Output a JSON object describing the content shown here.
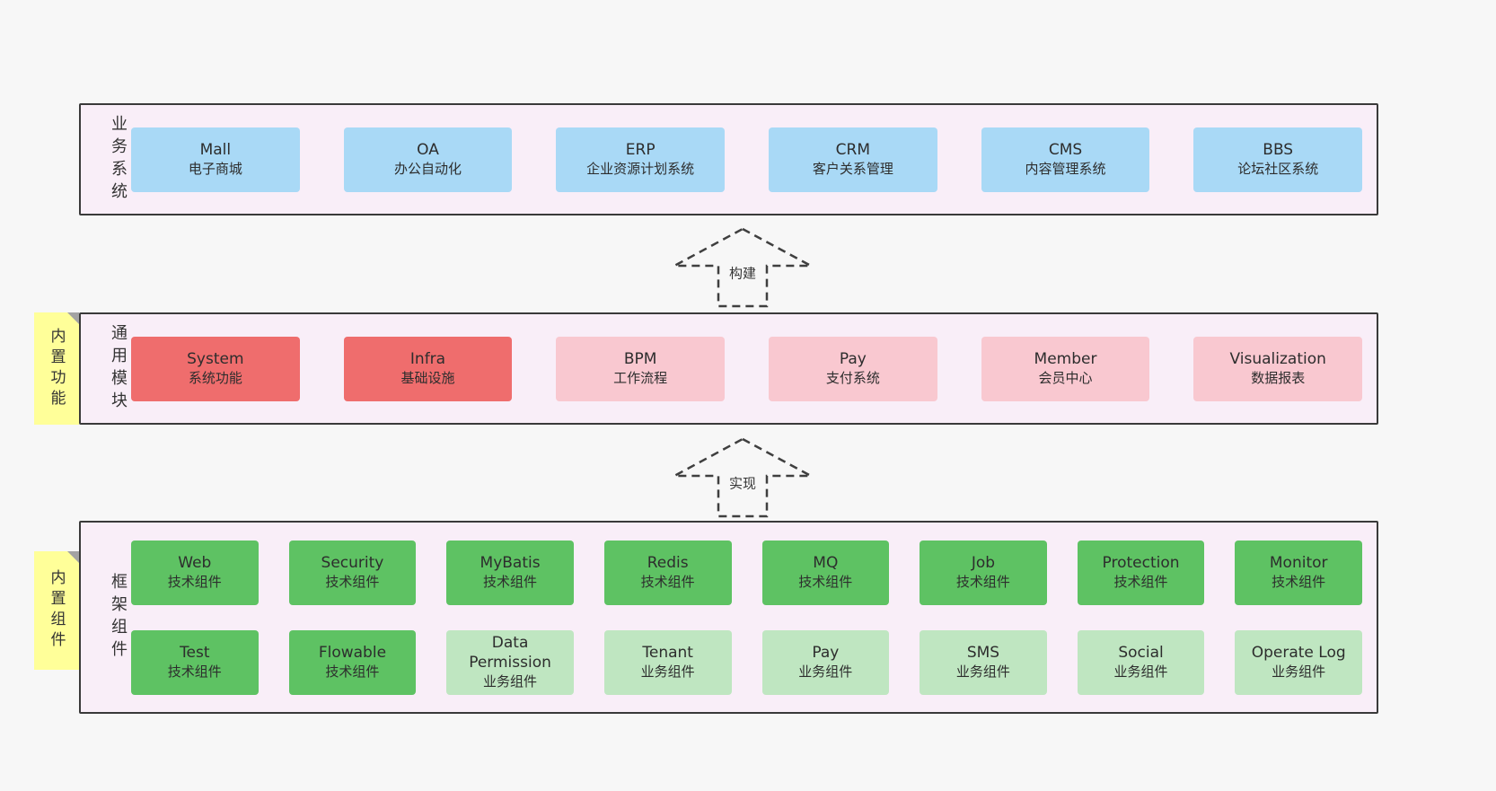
{
  "panels": {
    "business": {
      "side_label": "业务系统",
      "boxes": [
        {
          "title": "Mall",
          "subtitle": "电子商城",
          "color": "blue"
        },
        {
          "title": "OA",
          "subtitle": "办公自动化",
          "color": "blue"
        },
        {
          "title": "ERP",
          "subtitle": "企业资源计划系统",
          "color": "blue"
        },
        {
          "title": "CRM",
          "subtitle": "客户关系管理",
          "color": "blue"
        },
        {
          "title": "CMS",
          "subtitle": "内容管理系统",
          "color": "blue"
        },
        {
          "title": "BBS",
          "subtitle": "论坛社区系统",
          "color": "blue"
        }
      ]
    },
    "modules": {
      "side_label": "通用模块",
      "sticky_label": "内置功能",
      "boxes": [
        {
          "title": "System",
          "subtitle": "系统功能",
          "color": "red"
        },
        {
          "title": "Infra",
          "subtitle": "基础设施",
          "color": "red"
        },
        {
          "title": "BPM",
          "subtitle": "工作流程",
          "color": "pink"
        },
        {
          "title": "Pay",
          "subtitle": "支付系统",
          "color": "pink"
        },
        {
          "title": "Member",
          "subtitle": "会员中心",
          "color": "pink"
        },
        {
          "title": "Visualization",
          "subtitle": "数据报表",
          "color": "pink"
        }
      ]
    },
    "components": {
      "side_label": "框架组件",
      "sticky_label": "内置组件",
      "row1": [
        {
          "title": "Web",
          "subtitle": "技术组件",
          "color": "green"
        },
        {
          "title": "Security",
          "subtitle": "技术组件",
          "color": "green"
        },
        {
          "title": "MyBatis",
          "subtitle": "技术组件",
          "color": "green"
        },
        {
          "title": "Redis",
          "subtitle": "技术组件",
          "color": "green"
        },
        {
          "title": "MQ",
          "subtitle": "技术组件",
          "color": "green"
        },
        {
          "title": "Job",
          "subtitle": "技术组件",
          "color": "green"
        },
        {
          "title": "Protection",
          "subtitle": "技术组件",
          "color": "green"
        },
        {
          "title": "Monitor",
          "subtitle": "技术组件",
          "color": "green"
        }
      ],
      "row2": [
        {
          "title": "Test",
          "subtitle": "技术组件",
          "color": "green"
        },
        {
          "title": "Flowable",
          "subtitle": "技术组件",
          "color": "green"
        },
        {
          "title": "Data Permission",
          "subtitle": "业务组件",
          "color": "light-green"
        },
        {
          "title": "Tenant",
          "subtitle": "业务组件",
          "color": "light-green"
        },
        {
          "title": "Pay",
          "subtitle": "业务组件",
          "color": "light-green"
        },
        {
          "title": "SMS",
          "subtitle": "业务组件",
          "color": "light-green"
        },
        {
          "title": "Social",
          "subtitle": "业务组件",
          "color": "light-green"
        },
        {
          "title": "Operate Log",
          "subtitle": "业务组件",
          "color": "light-green"
        }
      ]
    }
  },
  "arrows": {
    "build": {
      "label": "构建"
    },
    "implement": {
      "label": "实现"
    }
  },
  "colors": {
    "blue": "#a9d9f6",
    "red": "#ef6d6d",
    "pink": "#f9c8d0",
    "green": "#5ec263",
    "light_green": "#bfe6c1",
    "panel_bg": "#f9eef8",
    "panel_border": "#3a3a3a",
    "sticky_bg": "#ffff99",
    "text": "#333333",
    "background": "#f7f7f7"
  }
}
